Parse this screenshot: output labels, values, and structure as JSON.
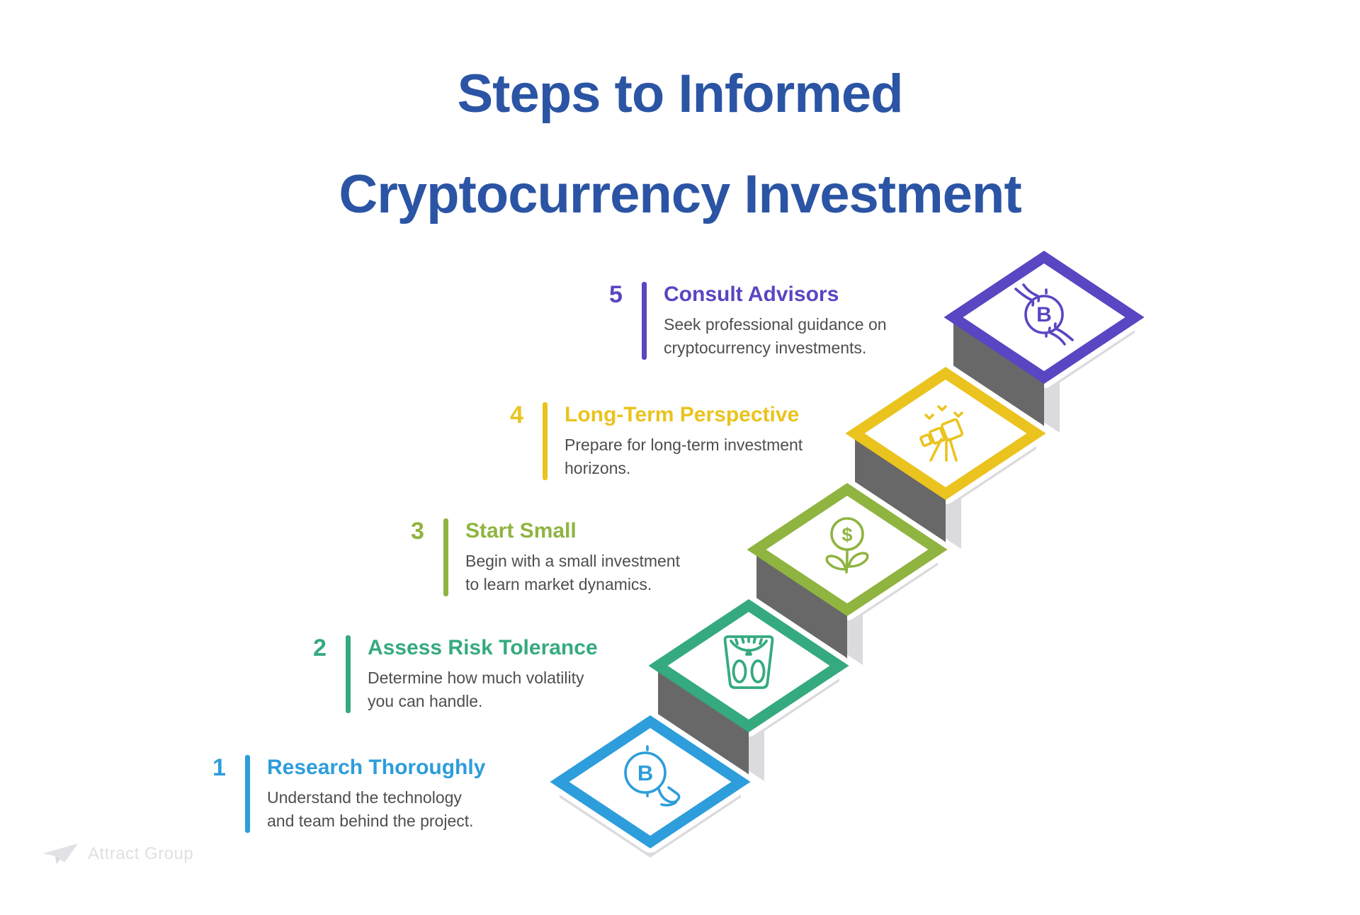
{
  "background": "#FFFFFF",
  "title": {
    "line1": "Steps to Informed",
    "line2": "Cryptocurrency Investment",
    "color": "#2B54A4"
  },
  "steps": [
    {
      "number": "1",
      "title": "Research Thoroughly",
      "desc_line1": "Understand the technology",
      "desc_line2": "and team behind the project.",
      "color": "#2D9DDB",
      "icon": "bitcoin-research-icon"
    },
    {
      "number": "2",
      "title": "Assess Risk Tolerance",
      "desc_line1": "Determine how much volatility",
      "desc_line2": "you can handle.",
      "color": "#35AA7E",
      "icon": "weighing-scale-icon"
    },
    {
      "number": "3",
      "title": "Start Small",
      "desc_line1": "Begin with a small investment",
      "desc_line2": "to learn market dynamics.",
      "color": "#8FB440",
      "icon": "money-plant-icon"
    },
    {
      "number": "4",
      "title": "Long-Term Perspective",
      "desc_line1": "Prepare for long-term investment",
      "desc_line2": "horizons.",
      "color": "#EAC31E",
      "icon": "telescope-icon"
    },
    {
      "number": "5",
      "title": "Consult Advisors",
      "desc_line1": "Seek professional guidance on",
      "desc_line2": "cryptocurrency investments.",
      "color": "#5946C2",
      "icon": "bitcoin-handshake-icon"
    }
  ],
  "staircase": {
    "riser_color": "#686868",
    "base_color": "#DBDADE",
    "face_color": "#FFFFFF",
    "bitcoin_glyph": "B",
    "dollar_glyph": "$"
  },
  "watermark": {
    "label": "Attract Group",
    "color": "#E0E0E4",
    "icon": "paper-plane-icon"
  },
  "text_color": "#4E4E52"
}
